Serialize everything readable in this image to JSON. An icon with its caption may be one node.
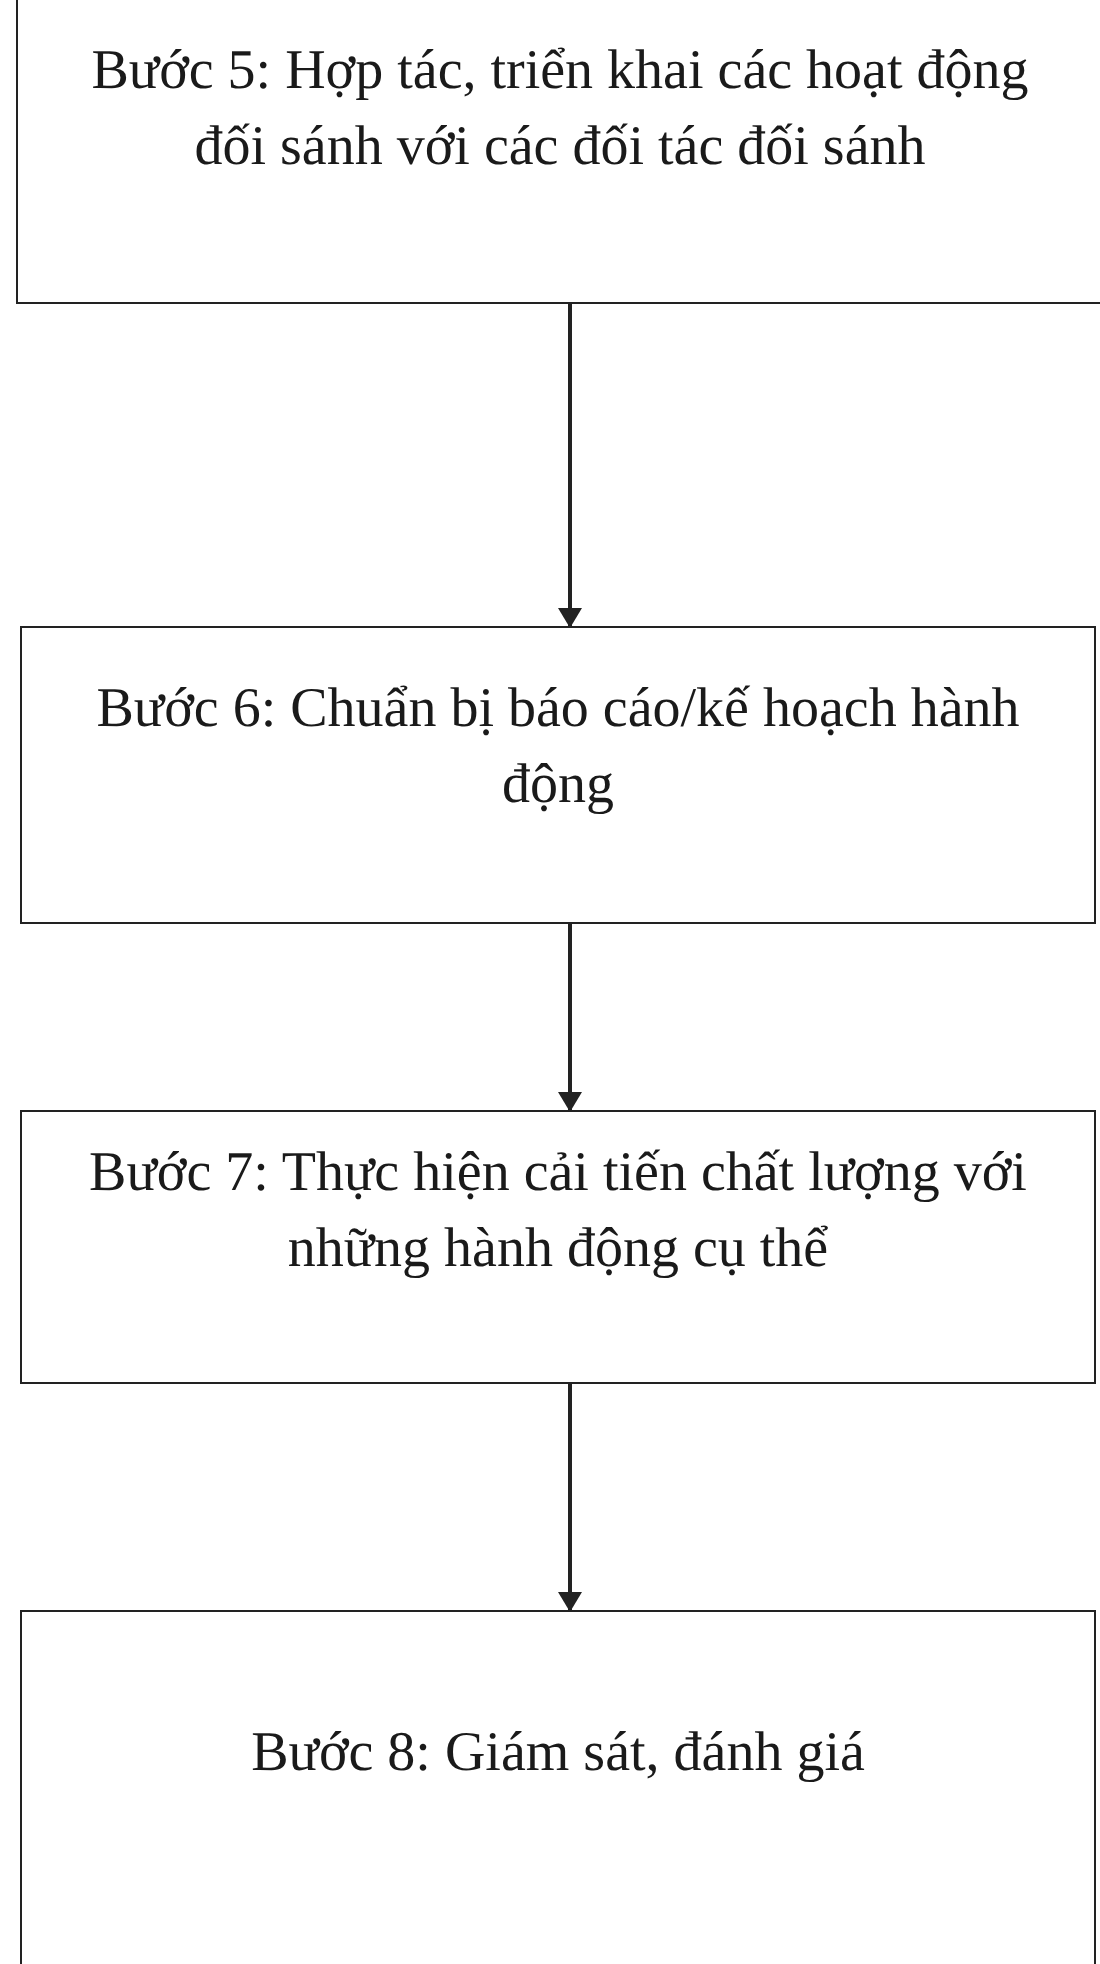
{
  "diagram": {
    "nodes": [
      {
        "text": [
          "Bước 5: Hợp tác, triển khai các hoạt động đối sánh với các đối tác đối sánh"
        ]
      },
      {
        "text": [
          "Bước 6: Chuẩn bị báo cáo/kế hoạch hành động"
        ]
      },
      {
        "text": [
          "Bước 7: Thực hiện cải tiến chất lượng với những hành động cụ thể"
        ]
      },
      {
        "text": [
          "Bước 8: Giám sát, đánh giá"
        ]
      }
    ],
    "edges": [
      {
        "from": 0,
        "to": 1,
        "arrow": "to"
      },
      {
        "from": 1,
        "to": 2,
        "arrow": "to"
      },
      {
        "from": 2,
        "to": 3,
        "arrow": "to"
      }
    ]
  }
}
